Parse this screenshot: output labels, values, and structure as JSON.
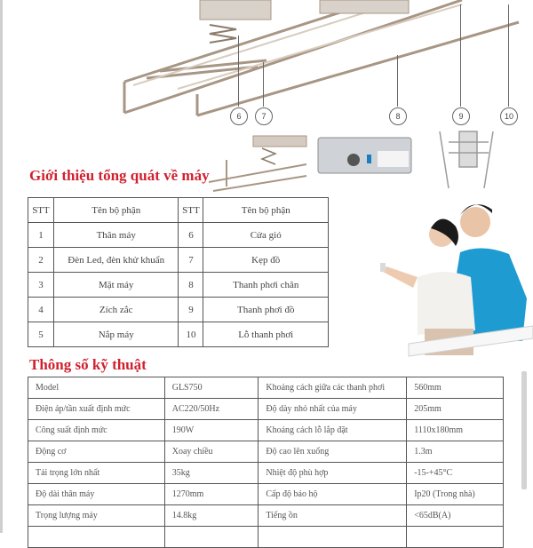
{
  "diagram": {
    "callouts": [
      "6",
      "7",
      "8",
      "9",
      "10"
    ],
    "inset_images": [
      "lift-mechanism",
      "control-panel-with-fan",
      "rack-top-view"
    ]
  },
  "intro": {
    "title": "Giới thiệu tổng quát về máy",
    "headers": [
      "STT",
      "Tên bộ phận",
      "STT",
      "Tên bộ phận"
    ],
    "rows": [
      [
        "1",
        "Thân máy",
        "6",
        "Cửa gió"
      ],
      [
        "2",
        "Đèn Led, đèn khử khuẩn",
        "7",
        "Kẹp đồ"
      ],
      [
        "3",
        "Mặt máy",
        "8",
        "Thanh phơi chăn"
      ],
      [
        "4",
        "Zích zắc",
        "9",
        "Thanh phơi đồ"
      ],
      [
        "5",
        "Nắp máy",
        "10",
        "Lỗ thanh phơi"
      ]
    ]
  },
  "specs": {
    "title": "Thông số kỹ thuật",
    "rows": [
      [
        "Model",
        "GLS750",
        "Khoảng cách giữa các thanh phơi",
        "560mm"
      ],
      [
        "Điện áp/tần xuất định mức",
        "AC220/50Hz",
        "Độ dày nhỏ nhất của máy",
        "205mm"
      ],
      [
        "Công suất định mức",
        "190W",
        "Khoảng cách lỗ lắp đặt",
        "1110x180mm"
      ],
      [
        "Động cơ",
        "Xoay chiều",
        "Độ cao lên xuống",
        "1.3m"
      ],
      [
        "Tải trọng lớn nhất",
        "35kg",
        "Nhiệt độ phù hợp",
        "-15-+45°C"
      ],
      [
        "Độ dài thân máy",
        "1270mm",
        "Cấp độ bảo hộ",
        "Ip20 (Trong nhà)"
      ],
      [
        "Trọng lượng máy",
        "14.8kg",
        "Tiếng ồn",
        "<65dB(A)"
      ]
    ]
  },
  "colors": {
    "title_red": "#d1202f",
    "shirt_blue": "#1e9bd0",
    "rack_metal": "#c9b9a8"
  }
}
